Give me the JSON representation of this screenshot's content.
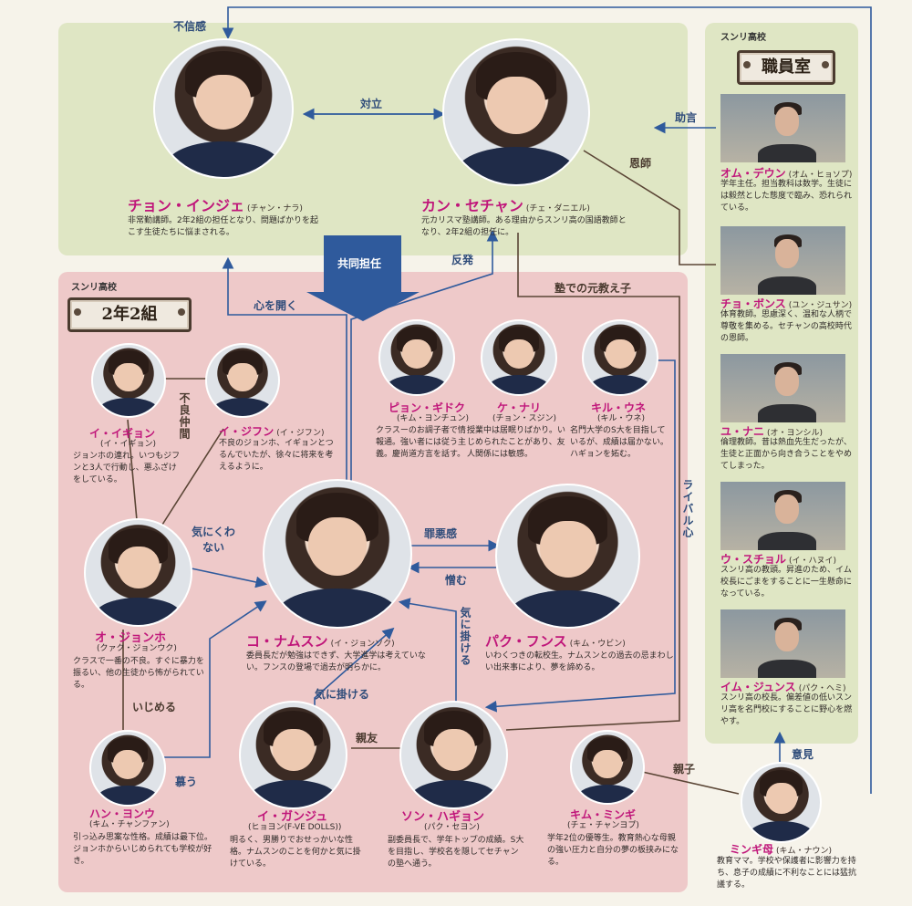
{
  "teachers_room": {
    "school_label": "スンリ高校",
    "plaque": "職員室",
    "staff": [
      {
        "name": "オム・デウン",
        "actor": "(オム・ヒョソプ)",
        "desc": "学年主任。担当教科は数学。生徒には毅然とした態度で臨み、恐れられている。"
      },
      {
        "name": "チョ・ボンス",
        "actor": "(ユン・ジュサン)",
        "desc": "体育教師。思慮深く、温和な人柄で尊敬を集める。セチャンの高校時代の恩師。"
      },
      {
        "name": "ユ・ナニ",
        "actor": "(オ・ヨンシル)",
        "desc": "倫理教師。昔は熱血先生だったが、生徒と正面から向き合うことをやめてしまった。"
      },
      {
        "name": "ウ・スチョル",
        "actor": "(イ・ハヌイ)",
        "desc": "スンリ高の教頭。昇進のため、イム校長にごまをすることに一生懸命になっている。"
      },
      {
        "name": "イム・ジュンス",
        "actor": "(パク・ヘミ)",
        "desc": "スンリ高の校長。偏差値の低いスンリ高を名門校にすることに野心を燃やす。"
      }
    ]
  },
  "teachers": {
    "inje": {
      "name": "チョン・インジェ",
      "actor": "(チャン・ナラ)",
      "desc": "非常勤講師。2年2組の担任となり、問題ばかりを起こす生徒たちに悩まされる。"
    },
    "sechan": {
      "name": "カン・セチャン",
      "actor": "(チェ・ダニエル)",
      "desc": "元カリスマ塾講師。ある理由からスンリ高の国語教師となり、2年2組の担任に。"
    }
  },
  "class": {
    "school_label": "スンリ高校",
    "plaque": "2年2組",
    "students": {
      "igigyon": {
        "name": "イ・イギョン",
        "actor": "(イ・イギョン)",
        "desc": "ジョンホの連れ。いつもジフンと3人で行動し、悪ふざけをしている。"
      },
      "ijihun": {
        "name": "イ・ジフン",
        "actor": "(イ・ジフン)",
        "desc": "不良のジョンホ、イギョンとつるんでいたが、徐々に将来を考えるように。"
      },
      "byongidoku": {
        "name": "ピョン・ギドク",
        "actor": "(キム・ヨンチュン)",
        "desc": "クラスーのお調子者で情報通。強い者には従う主義。慶尚道方言を話す。"
      },
      "kenari": {
        "name": "ケ・ナリ",
        "actor": "(チョン・スジン)",
        "desc": "授業中は居眠りばかり。いじめられたことがあり、友人関係には敏感。"
      },
      "kiruune": {
        "name": "キル・ウネ",
        "actor": "(キル・ウネ)",
        "desc": "名門大学のS大を目指しているが、成績は届かない。ハギョンを妬む。"
      },
      "ojonho": {
        "name": "オ・ジョンホ",
        "actor": "(クァク・ジョンウク)",
        "desc": "クラスで一番の不良。すぐに暴力を振るい、他の生徒から怖がられている。"
      },
      "konamsun": {
        "name": "コ・ナムスン",
        "actor": "(イ・ジョンソク)",
        "desc": "委員長だが勉強はできず、大学進学は考えていない。フンスの登場で過去が明らかに。"
      },
      "pakufunsu": {
        "name": "パク・フンス",
        "actor": "(キム・ウビン)",
        "desc": "いわくつきの転校生。ナムスンとの過去の忌まわしい出来事により、夢を諦める。"
      },
      "hanyonu": {
        "name": "ハン・ヨンウ",
        "actor": "(キム・チャンファン)",
        "desc": "引っ込み思案な性格。成績は最下位。ジョンホからいじめられても学校が好き。"
      },
      "igangju": {
        "name": "イ・ガンジュ",
        "actor": "(ヒョヨン(F-VE DOLLS))",
        "desc": "明るく、男勝りでおせっかいな性格。ナムスンのことを何かと気に掛けている。"
      },
      "sonhagyon": {
        "name": "ソン・ハギョン",
        "actor": "(パク・セヨン)",
        "desc": "副委員長で、学年トップの成績。S大を目指し、学校名を隠してセチャンの塾へ通う。"
      },
      "kimmingi": {
        "name": "キム・ミンギ",
        "actor": "(チェ・チャンヨプ)",
        "desc": "学年2位の優等生。教育熱心な母親の強い圧力と自分の夢の板挟みになる。"
      }
    }
  },
  "mingi_mother": {
    "name": "ミンギ母",
    "actor": "(キム・ナウン)",
    "desc": "教育ママ。学校や保護者に影響力を持ち、息子の成績に不利なことには猛抗議する。"
  },
  "relations": {
    "distrust": "不信感",
    "conflict": "対立",
    "advice": "助言",
    "mentor": "恩師",
    "co_homeroom": "共同担任",
    "rebel": "反発",
    "open_heart": "心を開く",
    "former_student": "塾での元教え子",
    "bad_friends": "不良仲間",
    "annoyed": "気にくわない",
    "guilt": "罪悪感",
    "hate": "憎む",
    "care1": "気に掛ける",
    "care2": "気に掛ける",
    "rival": "ライバル心",
    "bully": "いじめる",
    "admire": "慕う",
    "best_friend": "親友",
    "parent_child": "親子",
    "opinion": "意見"
  },
  "colors": {
    "name_magenta": "#c0167a",
    "arrow_blue": "#2f5a9c",
    "line_brown": "#5a4535",
    "teachers_bg": "#dfe6c4",
    "class_bg": "#eec9c9"
  }
}
